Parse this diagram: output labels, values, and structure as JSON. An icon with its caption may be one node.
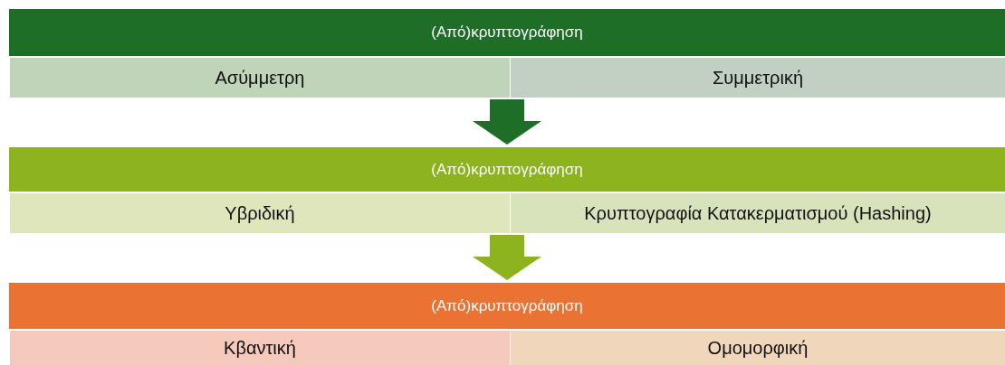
{
  "diagram": {
    "nodes": [
      {
        "text": [
          "(Από)κρυπτογράφηση"
        ]
      },
      {
        "text": [
          "Ασύμμετρη"
        ],
        "in": 0
      },
      {
        "text": [
          "Συμμετρική"
        ],
        "in": 0
      },
      {
        "text": [
          "(Από)κρυπτογράφηση"
        ]
      },
      {
        "text": [
          "Υβριδική"
        ],
        "in": 3
      },
      {
        "text": [
          "Κρυπτογραφία Κατακερματισμού (Hashing)"
        ],
        "in": 3
      },
      {
        "text": [
          "(Από)κρυπτογράφηση"
        ]
      },
      {
        "text": [
          "Κβαντική"
        ],
        "in": 6
      },
      {
        "text": [
          "Ομομορφική"
        ],
        "in": 6
      }
    ],
    "edges": [
      {
        "from": 0,
        "to": 3,
        "arrow": "to",
        "color": "#1e6e27"
      },
      {
        "from": 3,
        "to": 6,
        "arrow": "to",
        "color": "#8db41f"
      }
    ]
  }
}
